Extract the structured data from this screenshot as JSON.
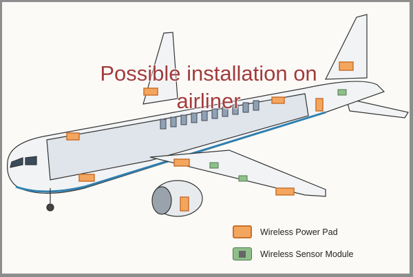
{
  "title": {
    "line1": "Possible installation on",
    "line2": "airliner"
  },
  "legend": [
    {
      "label": "Wireless Power Pad",
      "icon": "orange-pad-icon",
      "color": "#f4a55e"
    },
    {
      "label": "Wireless Sensor Module",
      "icon": "green-module-icon",
      "color": "#8fbf8a"
    }
  ]
}
